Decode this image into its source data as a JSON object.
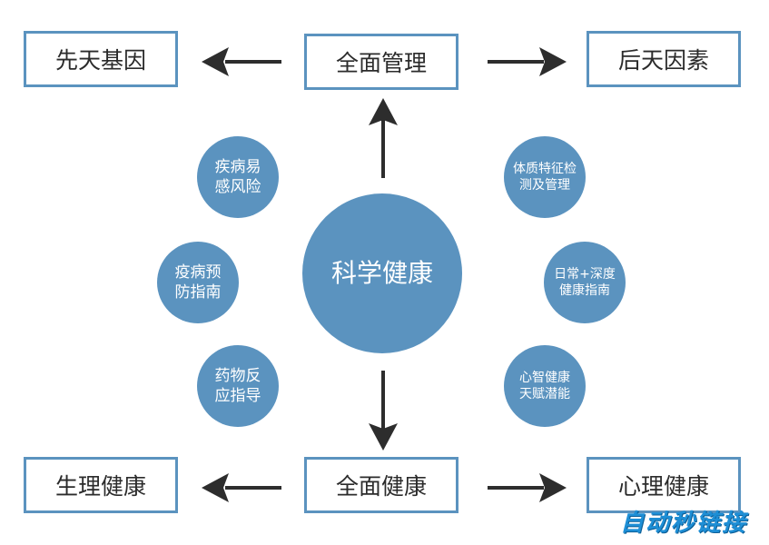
{
  "center": {
    "label": "科学健康"
  },
  "top": {
    "left": "先天基因",
    "middle": "全面管理",
    "right": "后天因素"
  },
  "bottom": {
    "left": "生理健康",
    "middle": "全面健康",
    "right": "心理健康"
  },
  "left_circles": [
    {
      "line1": "疾病易",
      "line2": "感风险"
    },
    {
      "line1": "疫病预",
      "line2": "防指南"
    },
    {
      "line1": "药物反",
      "line2": "应指导"
    }
  ],
  "right_circles": [
    {
      "line1": "体质特征检",
      "line2": "测及管理"
    },
    {
      "line1": "日常+深度",
      "line2": "健康指南"
    },
    {
      "line1": "心智健康",
      "line2": "天赋潜能"
    }
  ],
  "watermark": "自动秒链接",
  "colors": {
    "accent": "#5b93bf",
    "arrow": "#2d2d2d",
    "text": "#2b2b2b",
    "watermark": "#1e8fd6"
  }
}
